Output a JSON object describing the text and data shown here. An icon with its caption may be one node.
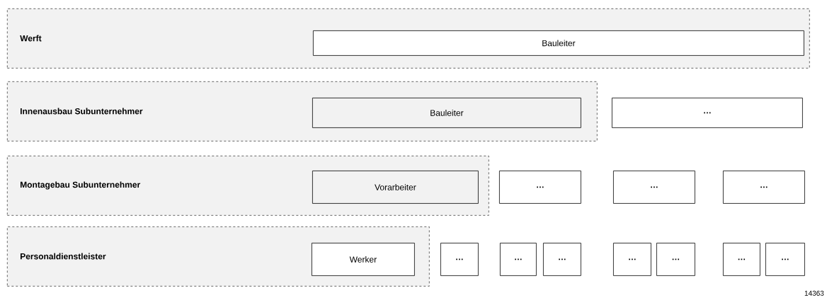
{
  "diagram": {
    "nodes": [
      {
        "text": [
          "Werft"
        ]
      },
      {
        "text": [
          "Bauleiter"
        ],
        "in": 0
      },
      {
        "text": [
          "Innenausbau Subunternehmer"
        ]
      },
      {
        "text": [
          "Bauleiter"
        ],
        "in": 2
      },
      {
        "text": [
          "…"
        ]
      },
      {
        "text": [
          "Montagebau Subunternehmer"
        ]
      },
      {
        "text": [
          "Vorarbeiter"
        ],
        "in": 5
      },
      {
        "text": [
          "…"
        ]
      },
      {
        "text": [
          "…"
        ]
      },
      {
        "text": [
          "…"
        ]
      },
      {
        "text": [
          "Personaldienstleister"
        ]
      },
      {
        "text": [
          "Werker"
        ],
        "in": 10
      },
      {
        "text": [
          "…"
        ]
      },
      {
        "text": [
          "…"
        ]
      },
      {
        "text": [
          "…"
        ]
      },
      {
        "text": [
          "…"
        ]
      },
      {
        "text": [
          "…"
        ]
      },
      {
        "text": [
          "…"
        ]
      },
      {
        "text": [
          "…"
        ]
      }
    ],
    "labels": [
      "14363"
    ]
  }
}
